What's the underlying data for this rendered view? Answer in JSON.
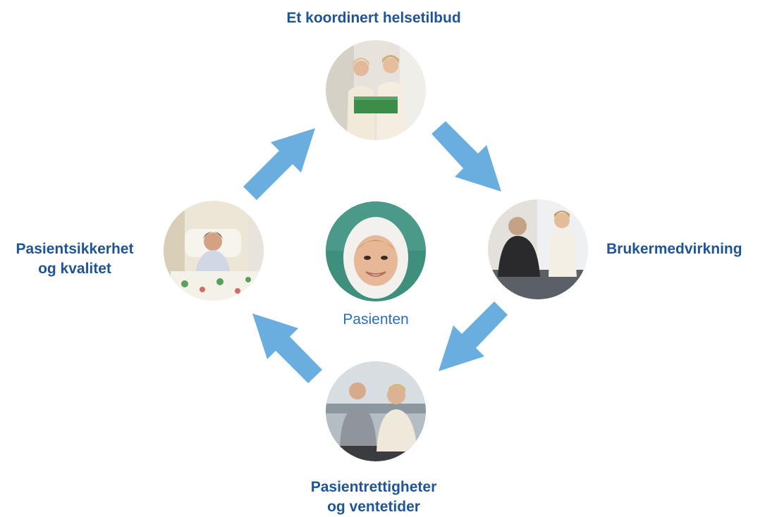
{
  "colors": {
    "label": "#1f5597",
    "center_label": "#2e6cb5",
    "arrow": "#6aaee0"
  },
  "center": {
    "label": "Pasienten",
    "image": "patient-portrait"
  },
  "nodes": {
    "top": {
      "label": "Et koordinert helsetilbud",
      "image": "two-nurses-photo"
    },
    "right": {
      "label": "Brukermedvirkning",
      "image": "nurse-and-patient-photo"
    },
    "bottom": {
      "lines": [
        "Pasientrettigheter",
        "og ventetider"
      ],
      "image": "two-men-sitting-photo"
    },
    "left": {
      "lines": [
        "Pasientsikkerhet",
        "og kvalitet"
      ],
      "image": "patient-in-bed-photo"
    }
  },
  "cycle_direction": "clockwise"
}
